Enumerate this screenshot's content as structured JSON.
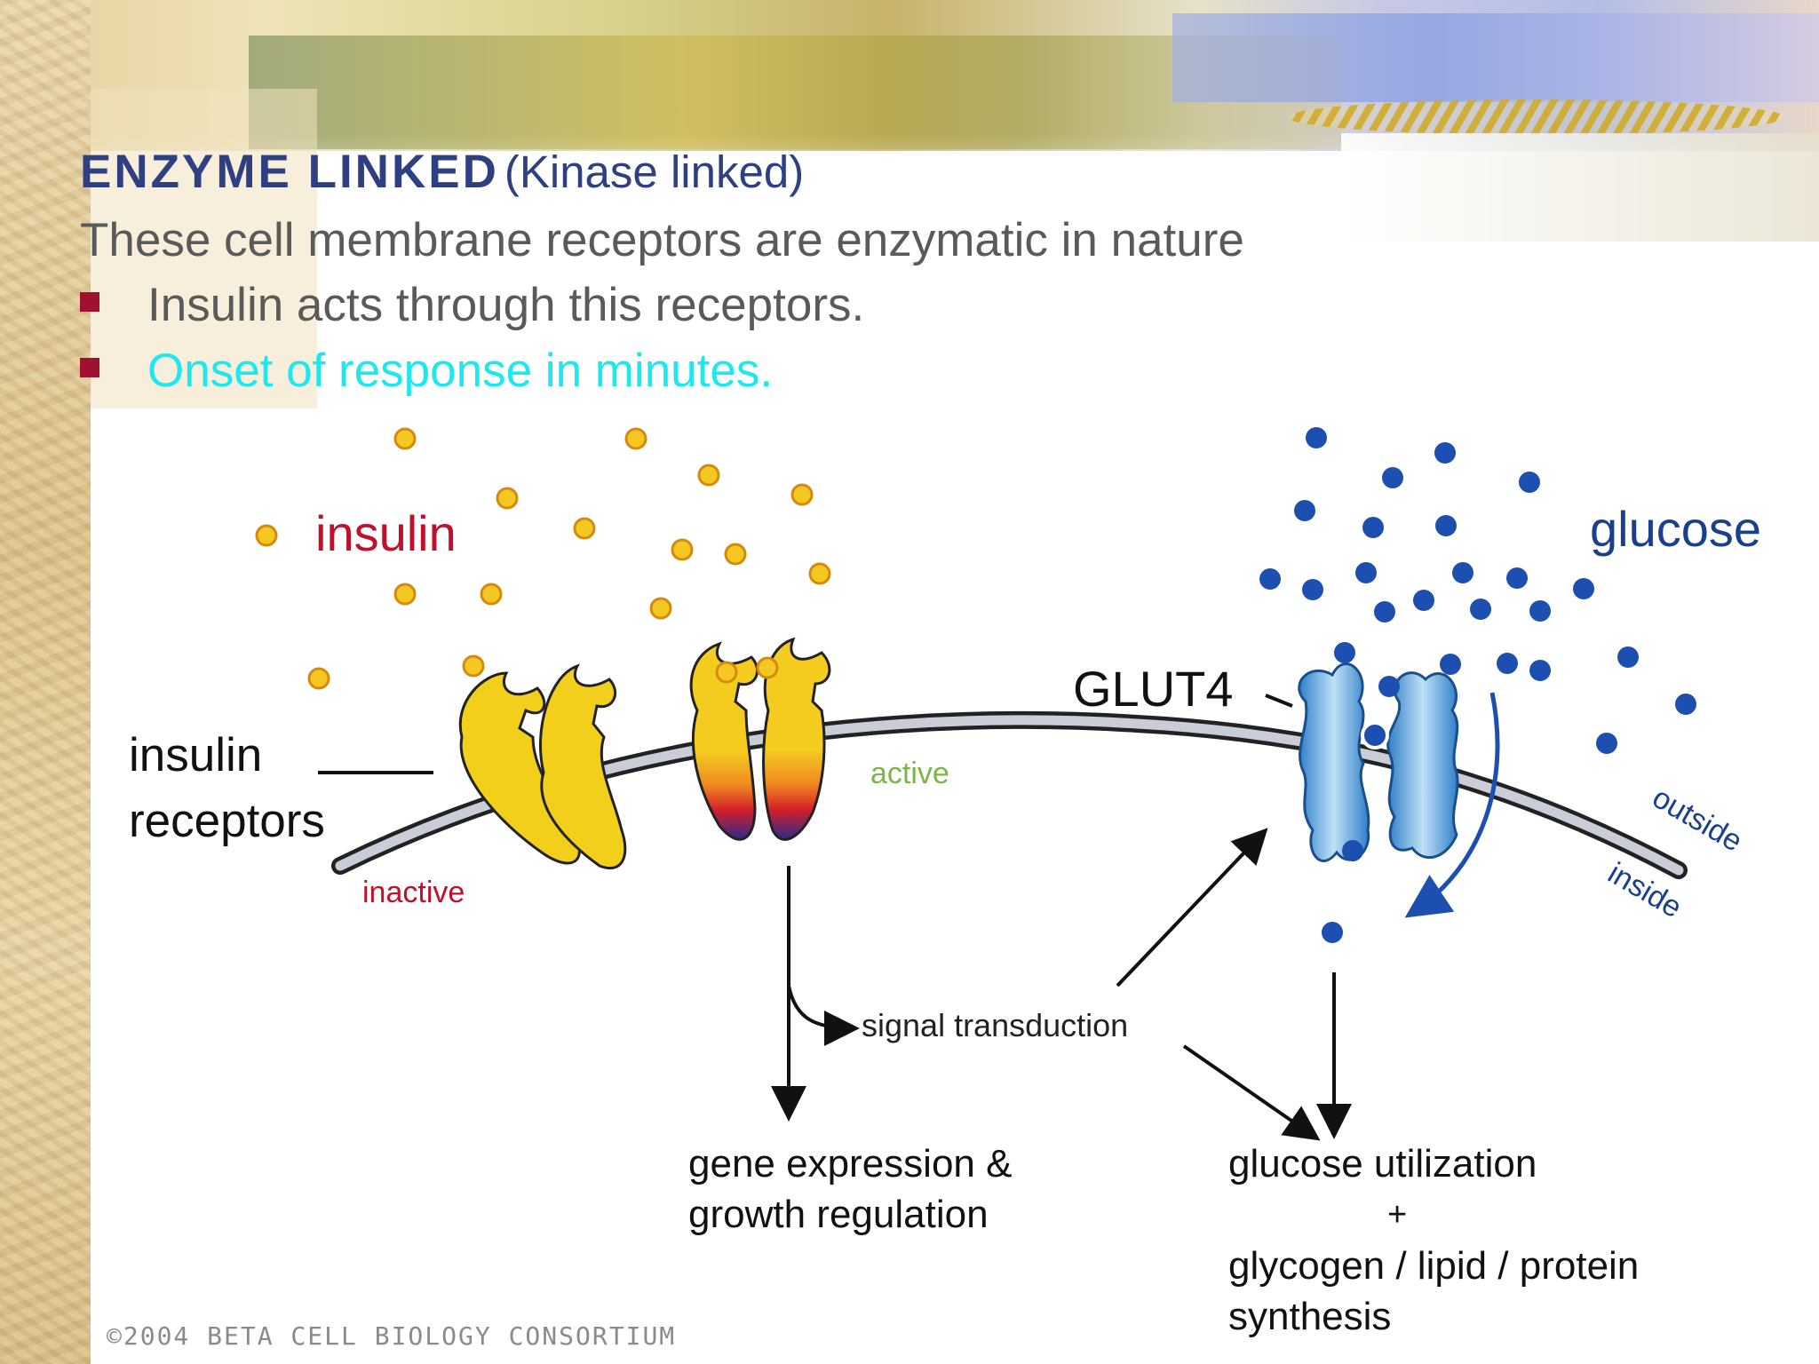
{
  "slide": {
    "title": "ENZYME LINKED",
    "title_suffix": "(Kinase linked)",
    "intro": "These cell membrane receptors are enzymatic in nature",
    "bullets": [
      {
        "text": "Insulin acts through this receptors.",
        "color": "#5a5a5a"
      },
      {
        "text": "Onset of response in minutes.",
        "color": "#1ce8f0"
      }
    ],
    "bullet_color": "#a01030",
    "title_color": "#2e3f82"
  },
  "diagram": {
    "labels": {
      "insulin": "insulin",
      "glucose": "glucose",
      "glut4": "GLUT4",
      "receptors_line1": "insulin",
      "receptors_line2": "receptors",
      "inactive": "inactive",
      "active": "active",
      "outside": "outside",
      "inside": "inside",
      "signal": "signal transduction",
      "gene_line1": "gene expression &",
      "gene_line2": "growth regulation",
      "glucose_util": "glucose utilization",
      "plus": "+",
      "glycogen_line1": "glycogen / lipid / protein",
      "glycogen_line2": "synthesis"
    },
    "colors": {
      "insulin_label": "#c0102a",
      "active_label": "#7ab648",
      "inactive_label": "#c0102a",
      "glucose_dot": "#1d4fb0",
      "insulin_dot": "#f4c820",
      "receptor": "#f2cf1a",
      "glut4": "#4f9fd8"
    },
    "copyright": "©2004 BETA CELL BIOLOGY CONSORTIUM"
  }
}
